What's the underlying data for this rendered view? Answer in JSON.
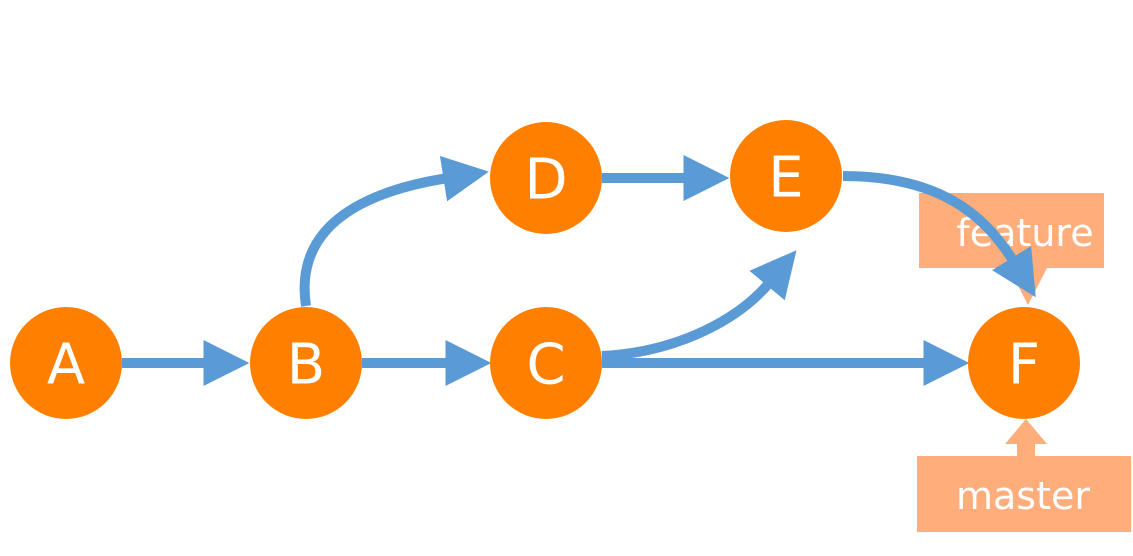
{
  "colors": {
    "node": "#ff8000",
    "edge": "#5b9bd5",
    "tag": "#ffad7a",
    "text": "#ffffff"
  },
  "nodes": {
    "a": "A",
    "b": "B",
    "c": "C",
    "d": "D",
    "e": "E",
    "f": "F"
  },
  "labels": {
    "feature": "feature",
    "master": "master"
  }
}
